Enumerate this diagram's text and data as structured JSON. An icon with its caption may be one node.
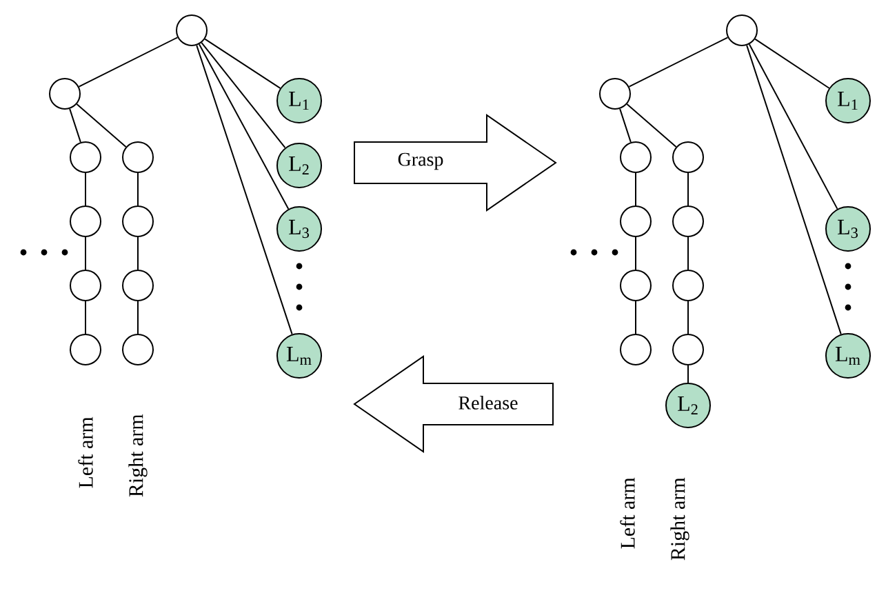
{
  "diagram": {
    "nodes": [
      {
        "text": [],
        "shape": "circle"
      },
      {
        "text": [],
        "shape": "circle"
      },
      {
        "text": [],
        "shape": "circle"
      },
      {
        "text": [],
        "shape": "circle"
      },
      {
        "text": [],
        "shape": "circle"
      },
      {
        "text": [],
        "shape": "circle"
      },
      {
        "text": [],
        "shape": "circle"
      },
      {
        "text": [],
        "shape": "circle"
      },
      {
        "text": [],
        "shape": "circle"
      },
      {
        "text": [],
        "shape": "circle"
      },
      {
        "text": [
          "L$_{1}$"
        ]
      },
      {
        "text": [
          "L$_{2}$"
        ]
      },
      {
        "text": [
          "L$_{3}$"
        ]
      },
      {
        "text": [
          "L$_{m}$"
        ]
      },
      {
        "text": [
          "Grasp"
        ]
      },
      {
        "text": [
          "Release"
        ]
      },
      {
        "text": [],
        "shape": "circle"
      },
      {
        "text": [],
        "shape": "circle"
      },
      {
        "text": [],
        "shape": "circle"
      },
      {
        "text": [],
        "shape": "circle"
      },
      {
        "text": [],
        "shape": "circle"
      },
      {
        "text": [],
        "shape": "circle"
      },
      {
        "text": [],
        "shape": "circle"
      },
      {
        "text": [],
        "shape": "circle"
      },
      {
        "text": [],
        "shape": "circle"
      },
      {
        "text": [],
        "shape": "circle"
      },
      {
        "text": [
          "L$_{1}$"
        ]
      },
      {
        "text": [
          "L$_{2}$"
        ]
      },
      {
        "text": [
          "L$_{3}$"
        ]
      },
      {
        "text": [
          "L$_{m}$"
        ]
      }
    ],
    "edges": [
      {
        "from": 0,
        "to": 1,
        "arrow": "none"
      },
      {
        "from": 0,
        "to": 10,
        "arrow": "none"
      },
      {
        "from": 0,
        "to": 11,
        "arrow": "none"
      },
      {
        "from": 0,
        "to": 12,
        "arrow": "none"
      },
      {
        "from": 0,
        "to": 13,
        "arrow": "none"
      },
      {
        "from": 1,
        "to": 2,
        "arrow": "none"
      },
      {
        "from": 1,
        "to": 6,
        "arrow": "none"
      },
      {
        "from": 2,
        "to": 3,
        "arrow": "none"
      },
      {
        "from": 3,
        "to": 4,
        "arrow": "none"
      },
      {
        "from": 4,
        "to": 5,
        "arrow": "none"
      },
      {
        "from": 6,
        "to": 7,
        "arrow": "none"
      },
      {
        "from": 7,
        "to": 8,
        "arrow": "none"
      },
      {
        "from": 8,
        "to": 9,
        "arrow": "none"
      },
      {
        "from": 16,
        "to": 17,
        "arrow": "none"
      },
      {
        "from": 16,
        "to": 26,
        "arrow": "none"
      },
      {
        "from": 16,
        "to": 28,
        "arrow": "none"
      },
      {
        "from": 16,
        "to": 29,
        "arrow": "none"
      },
      {
        "from": 17,
        "to": 18,
        "arrow": "none"
      },
      {
        "from": 17,
        "to": 22,
        "arrow": "none"
      },
      {
        "from": 18,
        "to": 19,
        "arrow": "none"
      },
      {
        "from": 19,
        "to": 20,
        "arrow": "none"
      },
      {
        "from": 20,
        "to": 21,
        "arrow": "none"
      },
      {
        "from": 22,
        "to": 23,
        "arrow": "none"
      },
      {
        "from": 23,
        "to": 24,
        "arrow": "none"
      },
      {
        "from": 24,
        "to": 25,
        "arrow": "none"
      },
      {
        "from": 25,
        "to": 27,
        "arrow": "none"
      }
    ],
    "labels": [
      "Left arm",
      "Right arm",
      "Left arm",
      "Right arm"
    ]
  }
}
